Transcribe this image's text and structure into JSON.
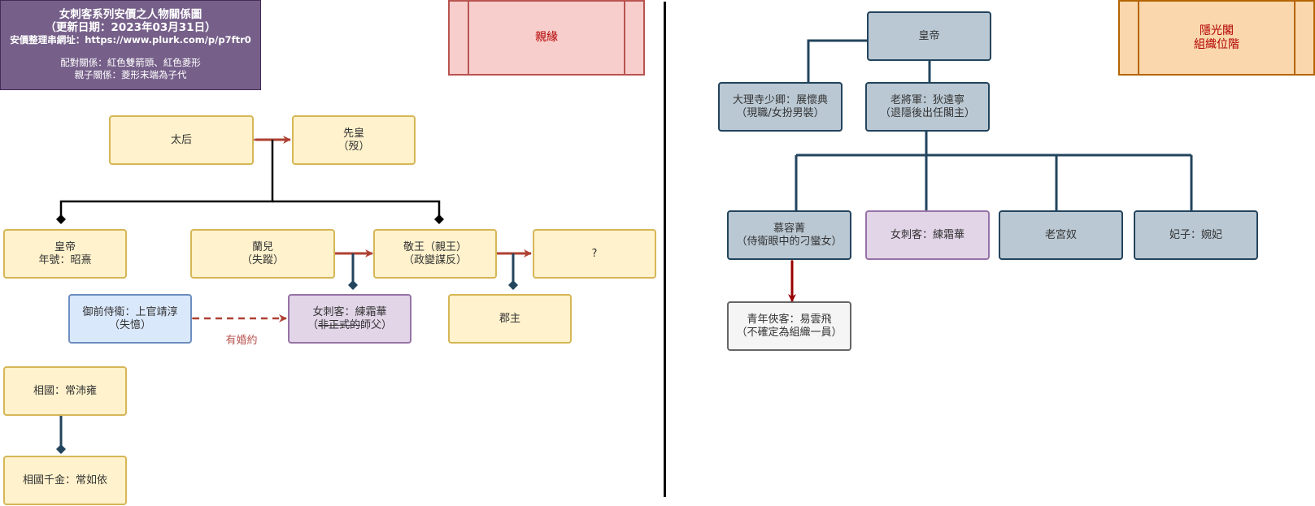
{
  "header": {
    "title_line1": "女刺客系列安價之人物關係圖",
    "title_line2": "（更新日期：2023年03月31日）",
    "link_line": "安價整理串網址：https://www.plurk.com/p/p7ftr0",
    "legend_line1": "配對關係：紅色雙箭頭、紅色菱形",
    "legend_line2": "親子關係：菱形末端為子代"
  },
  "legends": {
    "kinship": "親緣",
    "org_line1": "隱光閣",
    "org_line2": "組織位階"
  },
  "kinship_nodes": {
    "empress_dowager": "太后",
    "late_emperor_l1": "先皇",
    "late_emperor_l2": "（歿）",
    "emperor_l1": "皇帝",
    "emperor_l2": "年號：昭熹",
    "lan_er_l1": "蘭兒",
    "lan_er_l2": "（失蹤）",
    "prince_jing_l1": "敬王（親王）",
    "prince_jing_l2": "（政變謀反）",
    "unknown": "?",
    "guard_l1": "御前侍衛：上官靖淳",
    "guard_l2": "（失憶）",
    "assassin_l1": "女刺客：練霜華",
    "assassin_l2_prefix": "（",
    "assassin_l2_strike": "非正式的",
    "assassin_l2_suffix": "師父）",
    "princess": "郡主",
    "chancellor": "相國：常沛雍",
    "chancellor_daughter": "相國千金：常如依",
    "engagement_label": "有婚約"
  },
  "org_nodes": {
    "emperor": "皇帝",
    "judge_l1": "大理寺少卿：展懷典",
    "judge_l2": "（現職/女扮男裝）",
    "general_l1": "老將軍：狄遠寧",
    "general_l2": "（退隱後出任閣主）",
    "murong_l1": "慕容菁",
    "murong_l2": "（侍衛眼中的刁蠻女）",
    "assassin": "女刺客：練霜華",
    "old_eunuch": "老宮奴",
    "consort": "妃子：婉妃",
    "swordsman_l1": "青年俠客：易雲飛",
    "swordsman_l2": "（不確定為組織一員）"
  },
  "colors": {
    "pair_arrow": "#ae4132",
    "org_line": "#23445d",
    "org_pair_arrow": "#990000"
  }
}
